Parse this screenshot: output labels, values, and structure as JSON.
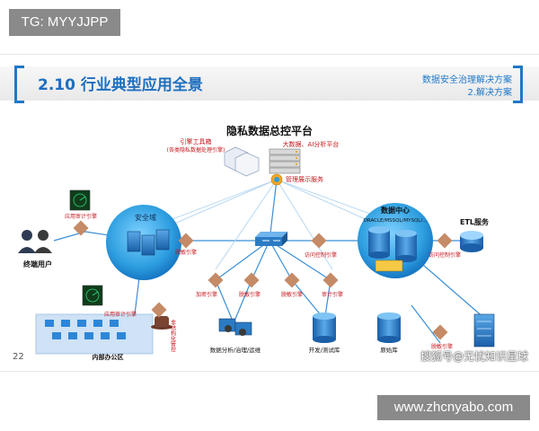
{
  "watermark_top": "TG: MYYJJPP",
  "watermark_bottom": "www.zhcnyabo.com",
  "slide": {
    "title": "2.10 行业典型应用全景",
    "subtitle_1": "数据安全治理解决方案",
    "subtitle_2": "2.解决方案",
    "page_number": "22",
    "source_mark": "搜狐号@无忧知识星球"
  },
  "diagram": {
    "platform_title": "隐私数据总控平台",
    "engine_tools": "引擎工具箱",
    "engine_tools_desc": "(各类隐私数据处理引擎)",
    "big_data_ai": "大数据、AI分析平台",
    "mgmt_service": "管理展示服务",
    "secure_domain": "安全域",
    "data_center": "数据中心",
    "data_center_dbs": "ORACLE/MSSQL/MYSQL/...",
    "etl": "ETL服务",
    "terminal_users": "终端用户",
    "office": "内部办公区",
    "app_audit_1": "应用审计引擎",
    "app_audit_2": "应用审计引擎",
    "desens_1": "脱敏引擎",
    "desens_2": "脱敏引擎",
    "desens_3": "脱敏引擎",
    "desens_4": "脱敏引擎",
    "access_ctrl_1": "访问控制引擎",
    "access_ctrl_2": "访问控制引擎",
    "encrypt": "加密引擎",
    "audit": "审计引擎",
    "unstructured": "非结构化管控",
    "data_analysis": "数据分析/治理/运维",
    "dev_test": "开发/测试库",
    "raw_db": "原始库"
  },
  "colors": {
    "accent": "#1e78c8",
    "engine_box": "#c58a66",
    "cloud_blue": "#2e9fe0",
    "red_label": "#c4161c"
  },
  "icons": [
    "server-icon",
    "database-icon",
    "switch-icon",
    "radar-icon",
    "user-icon",
    "computer-icon",
    "cloud-icon",
    "gear-icon"
  ]
}
